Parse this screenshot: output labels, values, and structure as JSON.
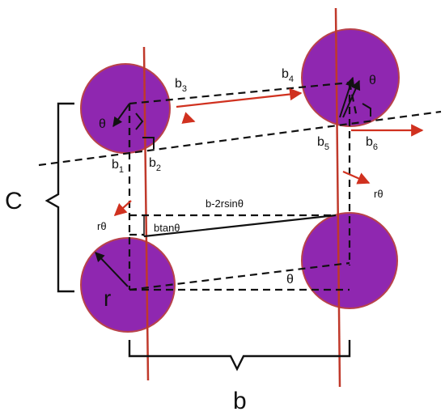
{
  "colors": {
    "circle_fill": "#8f27b0",
    "circle_stroke": "#b9434a",
    "red_line": "#c0392b",
    "arrow_red": "#d0311f",
    "dashed": "#111111"
  },
  "labels": {
    "c": "C",
    "b": "b",
    "r": "r",
    "theta": "θ",
    "rtheta": "rθ",
    "b_minus": "b-2rsinθ",
    "btan": "btanθ",
    "b_letter": "b",
    "sub_1": "1",
    "sub_2": "2",
    "sub_3": "3",
    "sub_4": "4",
    "sub_5": "5",
    "sub_6": "6"
  }
}
